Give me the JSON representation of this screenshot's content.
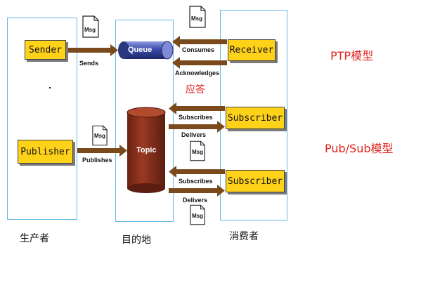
{
  "columns": {
    "producer": "生产者",
    "destination": "目的地",
    "consumer": "消费者"
  },
  "models": {
    "ptp": "PTP模型",
    "pubsub": "Pub/Sub模型"
  },
  "ack_note": "应答",
  "nodes": {
    "sender": "Sender",
    "publisher": "Publisher",
    "queue": "Queue",
    "topic": "Topic",
    "receiver": "Receiver",
    "subscriber_1": "Subscriber",
    "subscriber_2": "Subscriber"
  },
  "edge_labels": {
    "sends": "Sends",
    "publishes": "Publishes",
    "consumes": "Consumes",
    "acknowledges": "Acknowledges",
    "subscribes_1": "Subscribes",
    "delivers_1": "Delivers",
    "subscribes_2": "Subscribes",
    "delivers_2": "Delivers"
  },
  "message_icon_label": "Msg",
  "colors": {
    "node_fill": "#ffd21a",
    "arrow": "#7a4a1c",
    "topic": "#8b2f1c",
    "queue": "#3a4aa8",
    "region_border": "#63b9e6",
    "model_text": "#e0241f"
  }
}
